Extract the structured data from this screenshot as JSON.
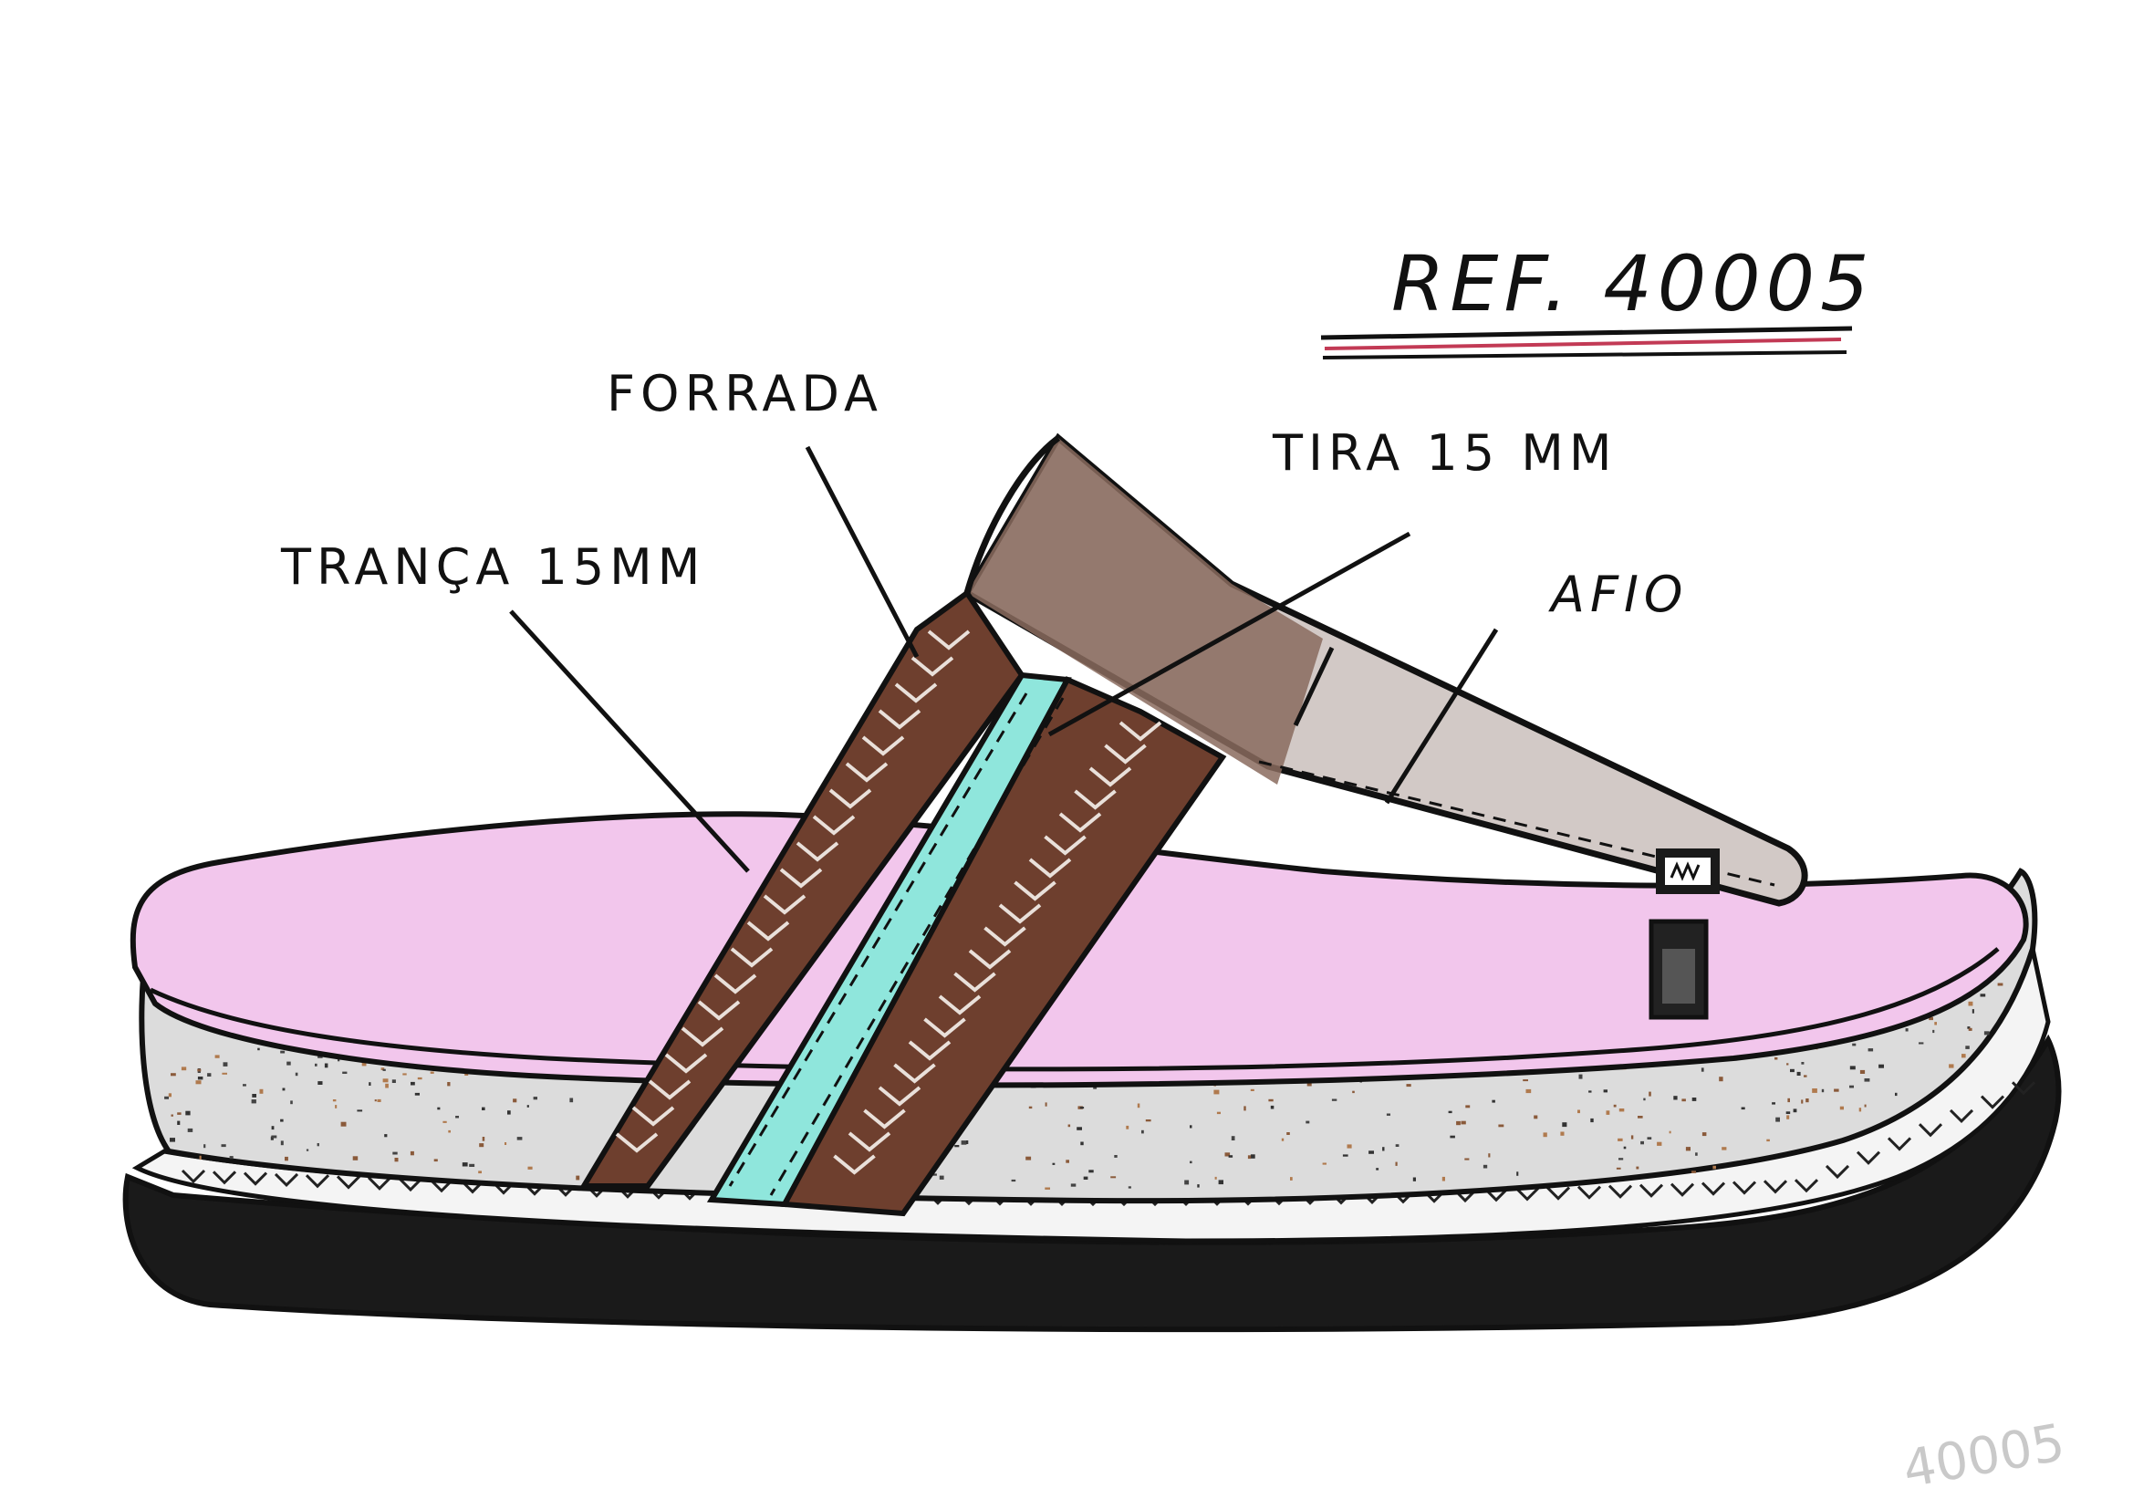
{
  "reference": {
    "label": "REF. 40005",
    "corner_note": "40005"
  },
  "callouts": {
    "forrada": "FORRADA",
    "tira": "TIRA 15 MM",
    "tranca": "TRANÇA 15MM",
    "afio": "AFIO"
  },
  "colors": {
    "insole": "#f2c6ec",
    "cork": "#dcdcdc",
    "strap": "#8a6b5e",
    "braid": "#6e3f2e",
    "center_stripe": "#8fe6dc",
    "outsole": "#1a1a1a",
    "ink": "#111111"
  }
}
